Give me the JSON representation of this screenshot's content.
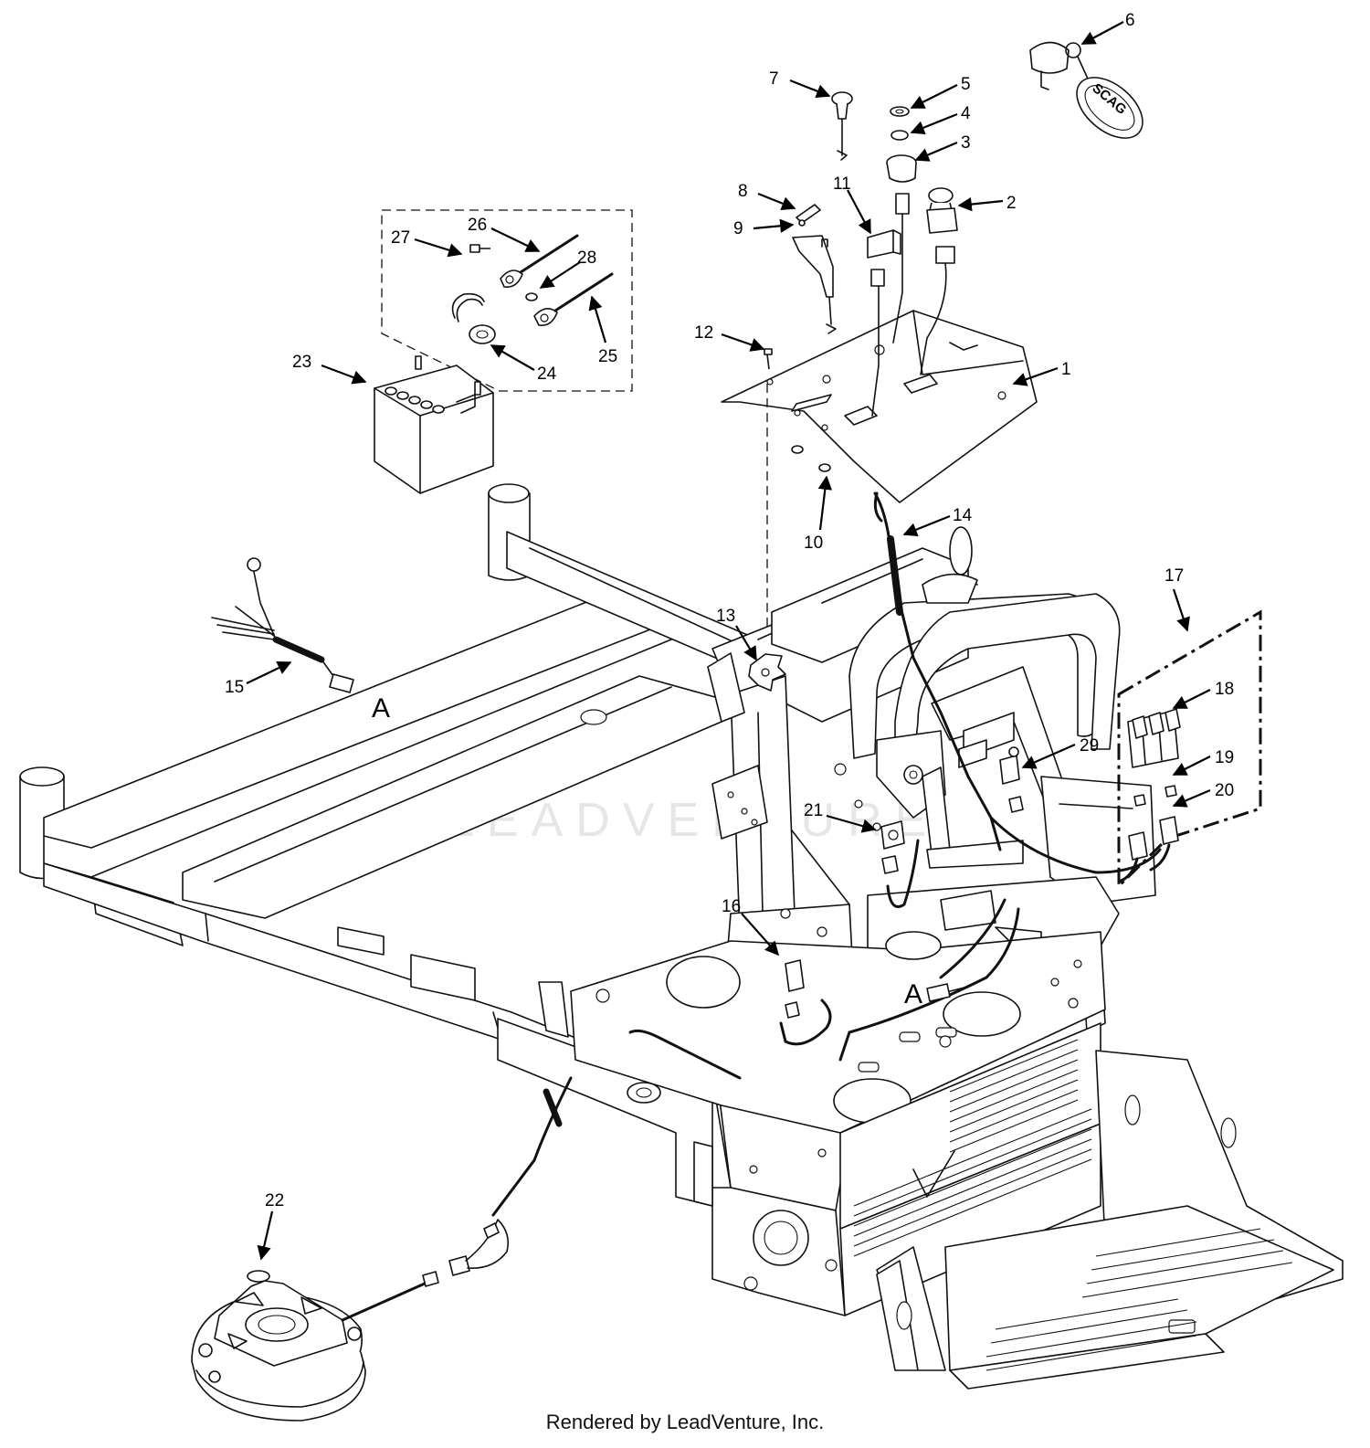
{
  "callouts": [
    {
      "id": "1",
      "label": "1"
    },
    {
      "id": "2",
      "label": "2"
    },
    {
      "id": "3",
      "label": "3"
    },
    {
      "id": "4",
      "label": "4"
    },
    {
      "id": "5",
      "label": "5"
    },
    {
      "id": "6",
      "label": "6"
    },
    {
      "id": "7",
      "label": "7"
    },
    {
      "id": "8",
      "label": "8"
    },
    {
      "id": "9",
      "label": "9"
    },
    {
      "id": "10",
      "label": "10"
    },
    {
      "id": "11",
      "label": "11"
    },
    {
      "id": "12",
      "label": "12"
    },
    {
      "id": "13",
      "label": "13"
    },
    {
      "id": "14",
      "label": "14"
    },
    {
      "id": "15",
      "label": "15"
    },
    {
      "id": "16",
      "label": "16"
    },
    {
      "id": "17",
      "label": "17"
    },
    {
      "id": "18",
      "label": "18"
    },
    {
      "id": "19",
      "label": "19"
    },
    {
      "id": "20",
      "label": "20"
    },
    {
      "id": "21",
      "label": "21"
    },
    {
      "id": "22",
      "label": "22"
    },
    {
      "id": "23",
      "label": "23"
    },
    {
      "id": "24",
      "label": "24"
    },
    {
      "id": "25",
      "label": "25"
    },
    {
      "id": "26",
      "label": "26"
    },
    {
      "id": "27",
      "label": "27"
    },
    {
      "id": "28",
      "label": "28"
    },
    {
      "id": "29",
      "label": "29"
    }
  ],
  "connector_labels": {
    "a_left": "A",
    "a_right": "A"
  },
  "keyfob_text": "SCAG",
  "watermark": "LEADVENTURE",
  "footer": "Rendered by LeadVenture, Inc."
}
